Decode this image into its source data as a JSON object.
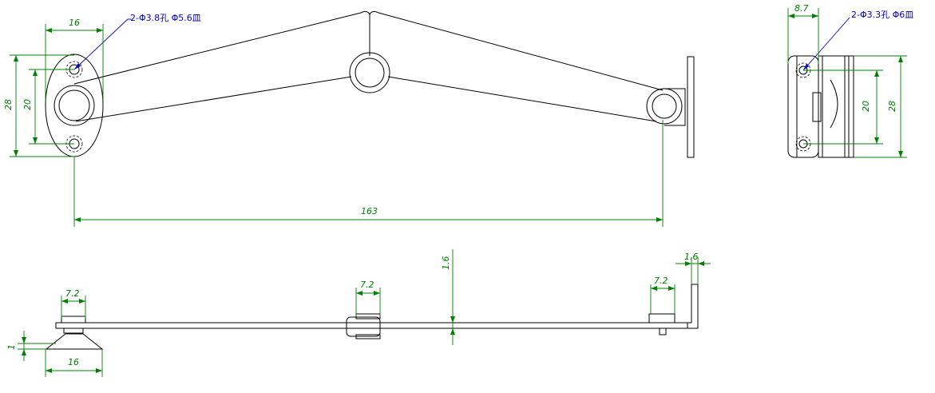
{
  "top_view": {
    "hole_note_left": "2-Φ3.8孔 Φ5.6皿",
    "dim_width_top": "16",
    "dim_height_outer": "28",
    "dim_height_inner": "20",
    "dim_length": "163"
  },
  "side_view": {
    "hole_note": "2-Φ3.3孔 Φ6皿",
    "dim_width_top": "8.7",
    "dim_height_inner": "20",
    "dim_height_outer": "28"
  },
  "bottom_view": {
    "dim_pivot_left": "7.2",
    "dim_pivot_mid": "7.2",
    "dim_pivot_right": "7.2",
    "dim_thickness_mid": "1.6",
    "dim_thickness_right": "1.6",
    "dim_base_width": "16",
    "dim_base_small": "1"
  },
  "colors": {
    "outline": "#000000",
    "dimension": "#008000",
    "leader": "#0000cc"
  }
}
